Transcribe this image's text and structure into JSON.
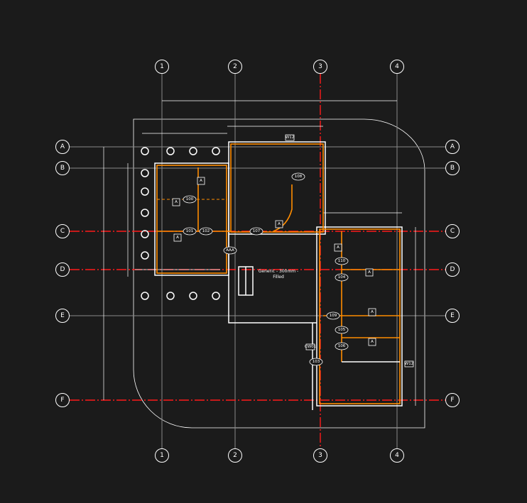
{
  "grid_columns": [
    "1",
    "2",
    "3",
    "4"
  ],
  "grid_rows": [
    "A",
    "B",
    "C",
    "D",
    "E",
    "F"
  ],
  "wall_label": [
    "Generic - 300mm -",
    "Filled"
  ],
  "door_tags": [
    "100",
    "101",
    "102",
    "107",
    "108",
    "110",
    "104",
    "109",
    "105",
    "106",
    "103",
    "AAA"
  ],
  "section_tag": "A",
  "window_tags": [
    "W12",
    "W12",
    "CW01"
  ],
  "colors": {
    "background": "#1b1b1b",
    "grid_active": "#ff1a1a",
    "wall_highlight": "#ff8c00",
    "line": "#ffffff"
  }
}
